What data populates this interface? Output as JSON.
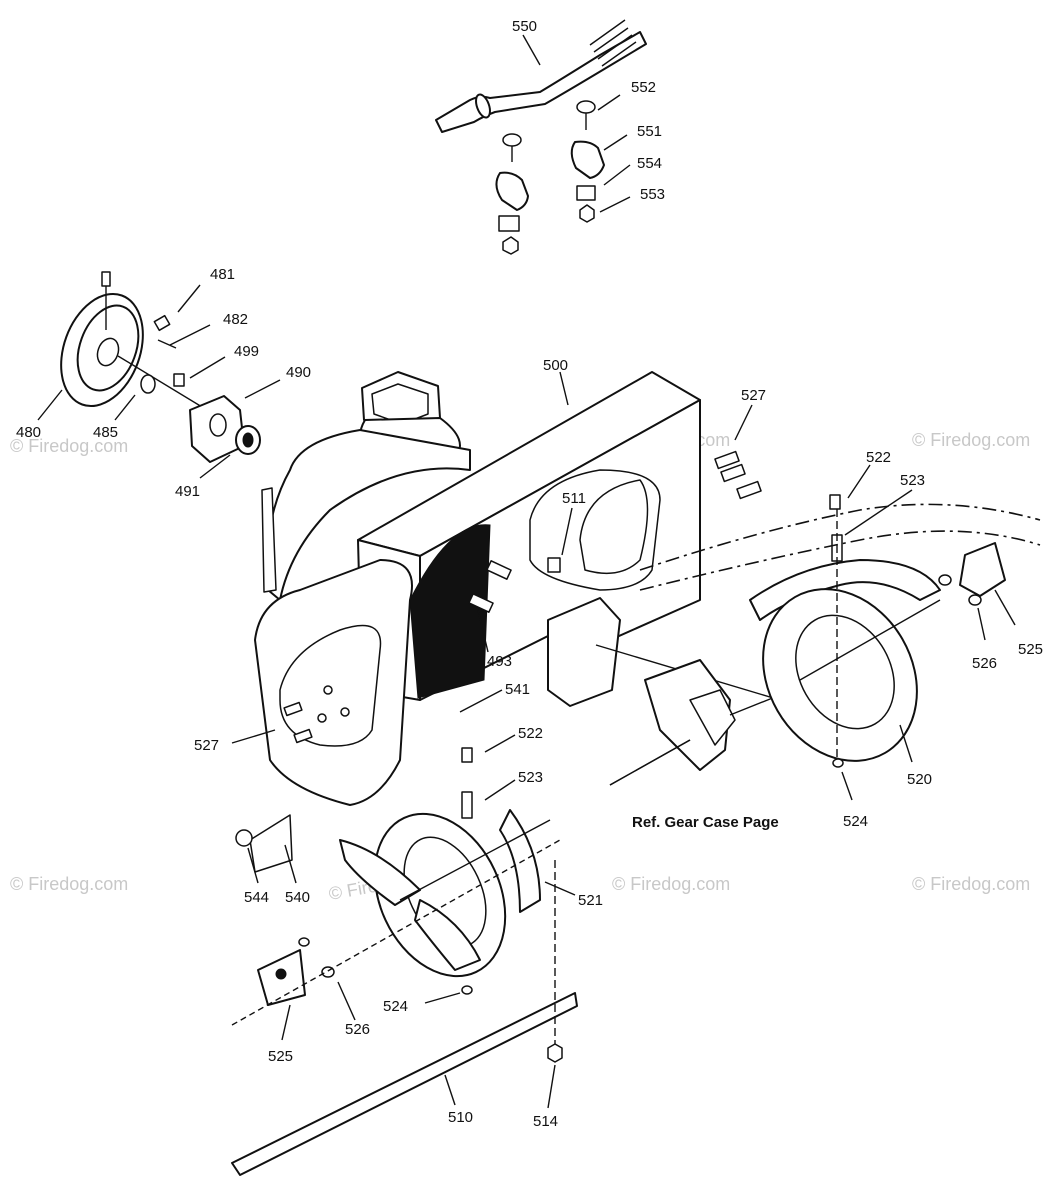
{
  "diagram": {
    "part_labels": [
      {
        "id": "550",
        "text": "550"
      },
      {
        "id": "552",
        "text": "552"
      },
      {
        "id": "551",
        "text": "551"
      },
      {
        "id": "554",
        "text": "554"
      },
      {
        "id": "553",
        "text": "553"
      },
      {
        "id": "481",
        "text": "481"
      },
      {
        "id": "482",
        "text": "482"
      },
      {
        "id": "499",
        "text": "499"
      },
      {
        "id": "490",
        "text": "490"
      },
      {
        "id": "480",
        "text": "480"
      },
      {
        "id": "485",
        "text": "485"
      },
      {
        "id": "491",
        "text": "491"
      },
      {
        "id": "500",
        "text": "500"
      },
      {
        "id": "527a",
        "text": "527"
      },
      {
        "id": "522a",
        "text": "522"
      },
      {
        "id": "523a",
        "text": "523"
      },
      {
        "id": "511",
        "text": "511"
      },
      {
        "id": "525a",
        "text": "525"
      },
      {
        "id": "526a",
        "text": "526"
      },
      {
        "id": "493",
        "text": "493"
      },
      {
        "id": "541",
        "text": "541"
      },
      {
        "id": "522b",
        "text": "522"
      },
      {
        "id": "523b",
        "text": "523"
      },
      {
        "id": "527b",
        "text": "527"
      },
      {
        "id": "520",
        "text": "520"
      },
      {
        "id": "524a",
        "text": "524"
      },
      {
        "id": "544",
        "text": "544"
      },
      {
        "id": "540",
        "text": "540"
      },
      {
        "id": "521",
        "text": "521"
      },
      {
        "id": "524b",
        "text": "524"
      },
      {
        "id": "526b",
        "text": "526"
      },
      {
        "id": "525b",
        "text": "525"
      },
      {
        "id": "510",
        "text": "510"
      },
      {
        "id": "514",
        "text": "514"
      }
    ],
    "reference_note": "Ref. Gear Case Page",
    "watermark": "© Firedog.com"
  }
}
